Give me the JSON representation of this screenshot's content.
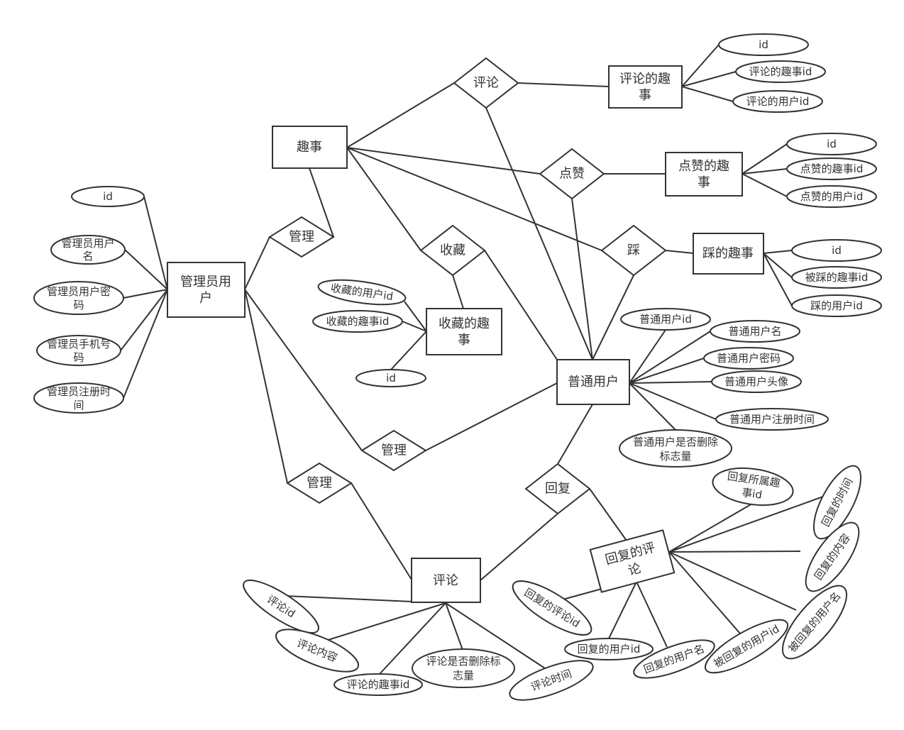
{
  "entities": {
    "fun": [
      "趣事"
    ],
    "admin": [
      "管理员用",
      "户"
    ],
    "comment_fun": [
      "评论的趣",
      "事"
    ],
    "like_fun": [
      "点赞的趣",
      "事"
    ],
    "step_fun": [
      "踩的趣事"
    ],
    "collect_fun": [
      "收藏的趣",
      "事"
    ],
    "user": [
      "普通用户"
    ],
    "comment": [
      "评论"
    ],
    "reply": [
      "回复的评",
      "论"
    ]
  },
  "relationships": {
    "comment": "评论",
    "like": "点赞",
    "step": "踩",
    "collect": "收藏",
    "manage_top": "管理",
    "manage_mid": "管理",
    "manage_bottom": "管理",
    "reply": "回复"
  },
  "attributes": {
    "admin": {
      "id": [
        "id"
      ],
      "name": [
        "管理员用户",
        "名"
      ],
      "password": [
        "管理员用户密",
        "码"
      ],
      "phone": [
        "管理员手机号",
        "码"
      ],
      "register_time": [
        "管理员注册时",
        "间"
      ]
    },
    "comment_fun": {
      "id": "id",
      "fun_id": "评论的趣事id",
      "user_id": "评论的用户id"
    },
    "like_fun": {
      "id": "id",
      "fun_id": "点赞的趣事id",
      "user_id": "点赞的用户id"
    },
    "step_fun": {
      "id": "id",
      "fun_id": "被踩的趣事id",
      "user_id": "踩的用户id"
    },
    "collect_fun": {
      "user_id": "收藏的用户id",
      "fun_id": "收藏的趣事id",
      "id": "id"
    },
    "user": {
      "id": "普通用户id",
      "name": "普通用户名",
      "password": "普通用户密码",
      "avatar": "普通用户头像",
      "register_time": "普通用户注册时间",
      "deleted_flag": [
        "普通用户是否删除",
        "标志量"
      ]
    },
    "reply": {
      "fun_id": [
        "回复所属趣",
        "事id"
      ],
      "time": "回复的时间",
      "content": "回复的内容",
      "replied_user_name": "被回复的用户名",
      "replied_user_id": "被回复的用户id",
      "user_name": "回复的用户名",
      "user_id": "回复的用户id",
      "comment_id": "回复的评论id"
    },
    "comment": {
      "id": "评论id",
      "content": "评论内容",
      "fun_id": "评论的趣事id",
      "deleted_flag": [
        "评论是否删除标",
        "志量"
      ],
      "time": "评论时间"
    }
  }
}
